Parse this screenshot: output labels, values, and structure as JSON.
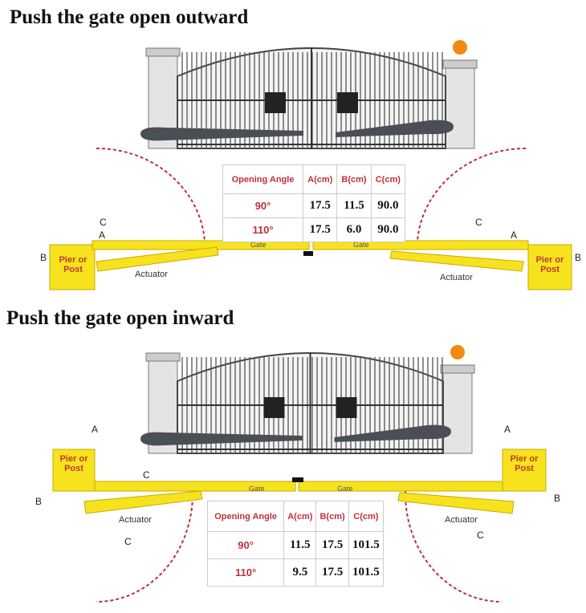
{
  "sections": [
    {
      "title": "Push the gate open outward",
      "labels": {
        "gate_left": "Gate",
        "gate_right": "Gate",
        "pier_left": "Pier or Post",
        "pier_right": "Pier or Post",
        "actuator_left": "Actuator",
        "actuator_right": "Actuator",
        "a_left": "A",
        "a_right": "A",
        "b_left": "B",
        "b_right": "B",
        "c_left": "C",
        "c_right": "C"
      },
      "table": {
        "headers": [
          "Opening Angle",
          "A(cm)",
          "B(cm)",
          "C(cm)"
        ],
        "rows": [
          [
            "90°",
            "17.5",
            "11.5",
            "90.0"
          ],
          [
            "110°",
            "17.5",
            "6.0",
            "90.0"
          ]
        ]
      }
    },
    {
      "title": "Push the gate open inward",
      "labels": {
        "gate_left": "Gate",
        "gate_right": "Gate",
        "pier_left": "Pier or Post",
        "pier_right": "Pier or Post",
        "actuator_left": "Actuator",
        "actuator_right": "Actuator",
        "a_left": "A",
        "a_right": "A",
        "b_left": "B",
        "b_right": "B",
        "c_left": "C",
        "c_right": "C",
        "c_top": "C",
        "c_bottom_right": "C"
      },
      "table": {
        "headers": [
          "Opening Angle",
          "A(cm)",
          "B(cm)",
          "C(cm)"
        ],
        "rows": [
          [
            "90°",
            "11.5",
            "17.5",
            "101.5"
          ],
          [
            "110°",
            "9.5",
            "17.5",
            "101.5"
          ]
        ]
      }
    }
  ],
  "colors": {
    "yellow": "#f7e31d",
    "yellow_edge": "#c9a800",
    "arc": "#c0303a",
    "header_red": "#c0303a"
  }
}
